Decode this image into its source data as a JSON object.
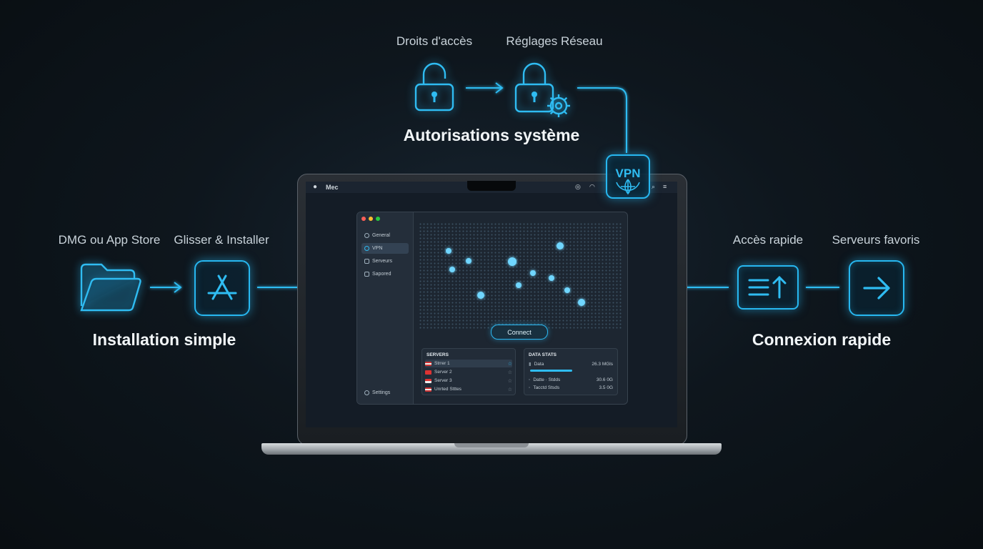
{
  "sections": {
    "top": {
      "heading": "Autorisations système",
      "step1": "Droits d'accès",
      "step2": "Réglages Réseau"
    },
    "left": {
      "heading": "Installation simple",
      "step1": "DMG ou App Store",
      "step2": "Glisser & Installer"
    },
    "right": {
      "heading": "Connexion rapide",
      "step1": "Accès rapide",
      "step2": "Serveurs favoris"
    }
  },
  "vpn_badge": "VPN",
  "mac_ui": {
    "menubar_title": "Mec",
    "sidebar": [
      {
        "label": "General",
        "icon": "info-icon"
      },
      {
        "label": "VPN",
        "icon": "globe-icon",
        "active": true
      },
      {
        "label": "Serveurs",
        "icon": "server-icon"
      },
      {
        "label": "Sapored",
        "icon": "help-icon"
      }
    ],
    "settings_label": "Settings",
    "connect_label": "Connect",
    "servers": {
      "title": "SERVERS",
      "items": [
        {
          "name": "Strrer 1",
          "flag": "us"
        },
        {
          "name": "Server 2",
          "flag": "red"
        },
        {
          "name": "Server 3",
          "flag": "red"
        },
        {
          "name": "Unrted Stttes",
          "flag": "us"
        }
      ]
    },
    "data_stats": {
      "title": "DATA STATS",
      "rows": [
        {
          "label": "Data",
          "value": "26.3 MGls"
        },
        {
          "label": "Datte · Stdds",
          "value": "30.6 0G"
        },
        {
          "label": "Tacctd Stsds",
          "value": "3.5 0G"
        }
      ],
      "progress": 0.5
    }
  },
  "colors": {
    "accent": "#27b7f0",
    "background": "#0b1116"
  }
}
